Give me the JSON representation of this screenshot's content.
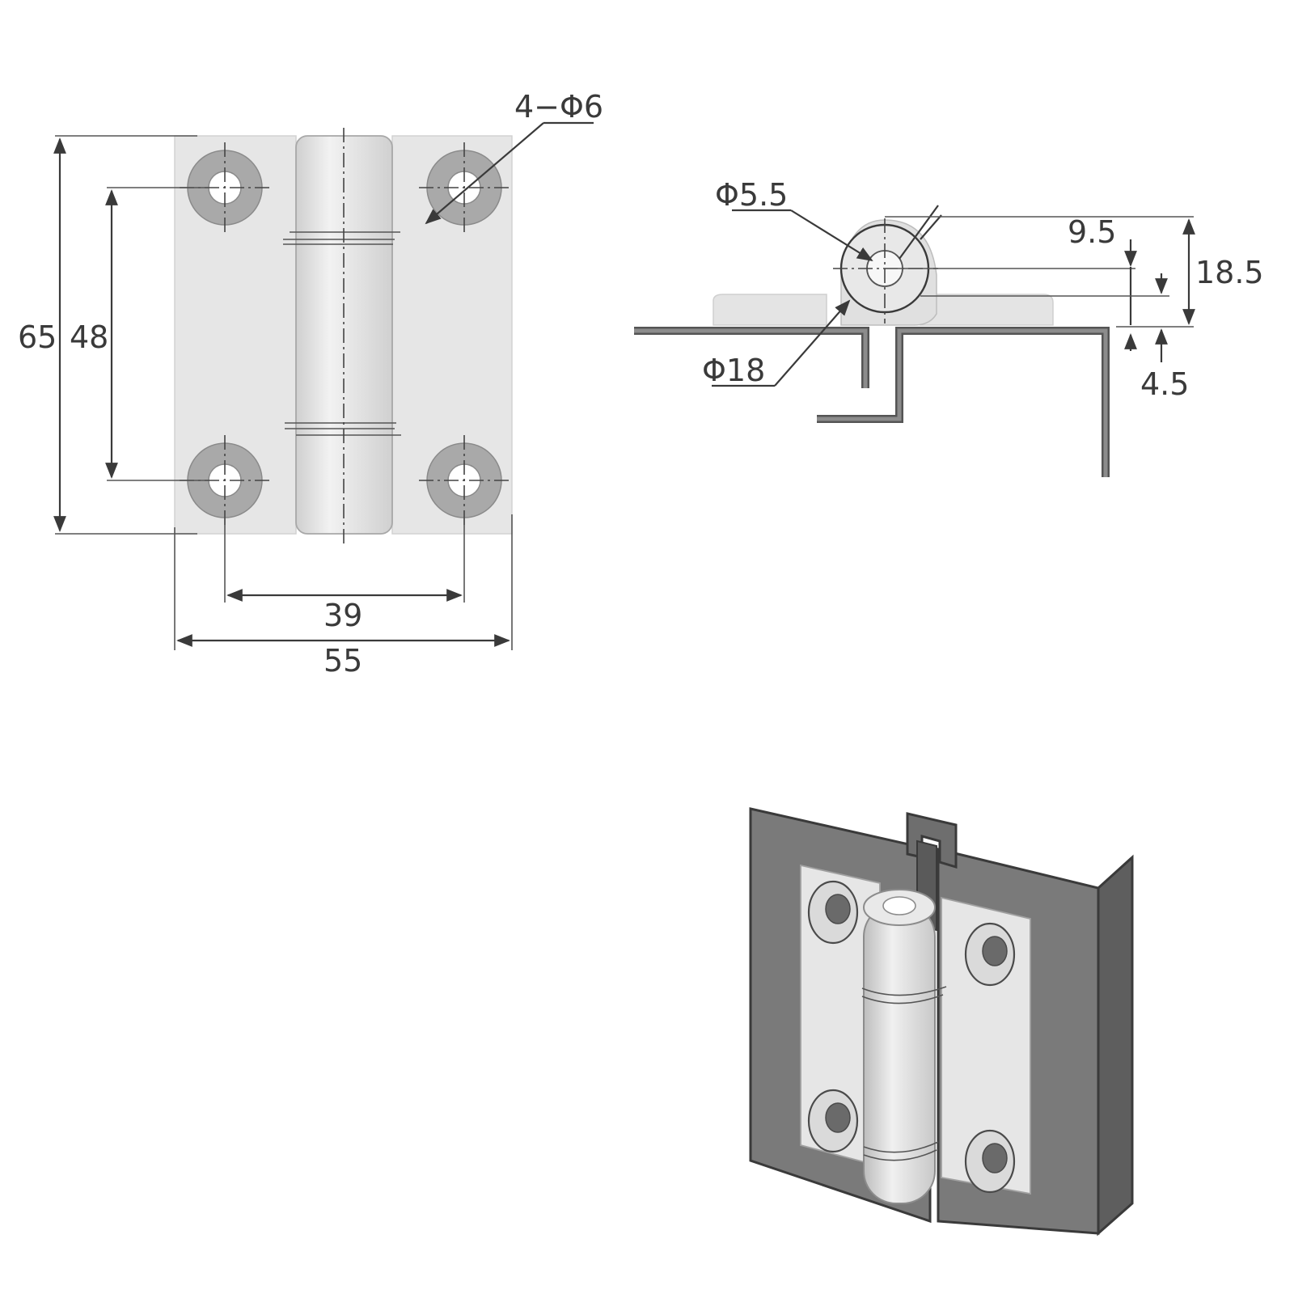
{
  "front_view": {
    "holes_callout": "4−Φ6",
    "overall_height": "65",
    "hole_pitch_vertical": "48",
    "hole_pitch_horizontal": "39",
    "overall_width": "55"
  },
  "side_view": {
    "pin_diameter": "Φ5.5",
    "knuckle_diameter": "Φ18",
    "axis_height": "9.5",
    "overall_height": "18.5",
    "plate_thickness": "4.5"
  },
  "colors": {
    "plate": "#e6e6e6",
    "washer": "#a9a9a9",
    "dimension_line": "#3a3a3a",
    "profile": "#555555",
    "profile_3d_face": "#7a7a7a"
  }
}
